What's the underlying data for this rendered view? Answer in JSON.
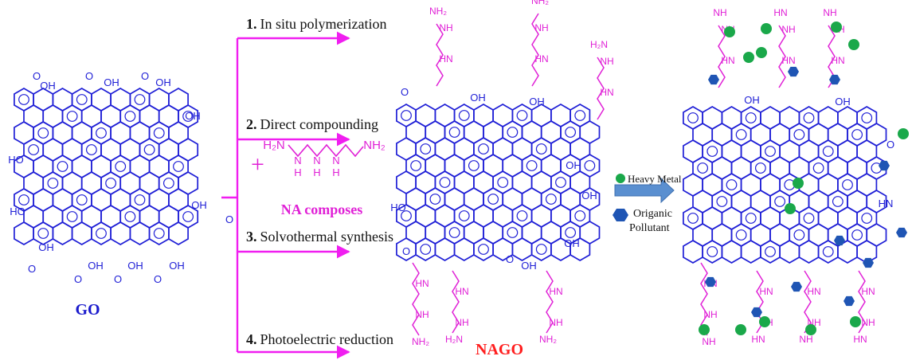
{
  "colors": {
    "framework": "#1f1fd6",
    "amine": "#e020d6",
    "arrow": "#f01ef0",
    "label_blue": "#1a1acc",
    "label_red": "#ff1e1e",
    "heavy_metal": "#1aa84a",
    "pollutant": "#1f55b4",
    "process_arrow": "#5a8fd0",
    "text": "#111111"
  },
  "labels": {
    "go": "GO",
    "nago": "NAGO",
    "na_composes": "NA composes"
  },
  "methods": [
    {
      "num": "1.",
      "text": "In situ polymerization"
    },
    {
      "num": "2.",
      "text": "Direct compounding"
    },
    {
      "num": "3.",
      "text": "Solvothermal synthesis"
    },
    {
      "num": "4.",
      "text": "Photoelectric  reduction"
    }
  ],
  "legend": {
    "heavy_metal": "Heavy Metal",
    "pollutant_line1": "Origanic",
    "pollutant_line2": "Pollutant"
  },
  "groups": {
    "oh": "OH",
    "ho": "HO",
    "o": "O",
    "h2n": "H2N",
    "nh2": "NH2",
    "nh": "NH",
    "hn": "HN",
    "n": "N",
    "h": "H"
  }
}
